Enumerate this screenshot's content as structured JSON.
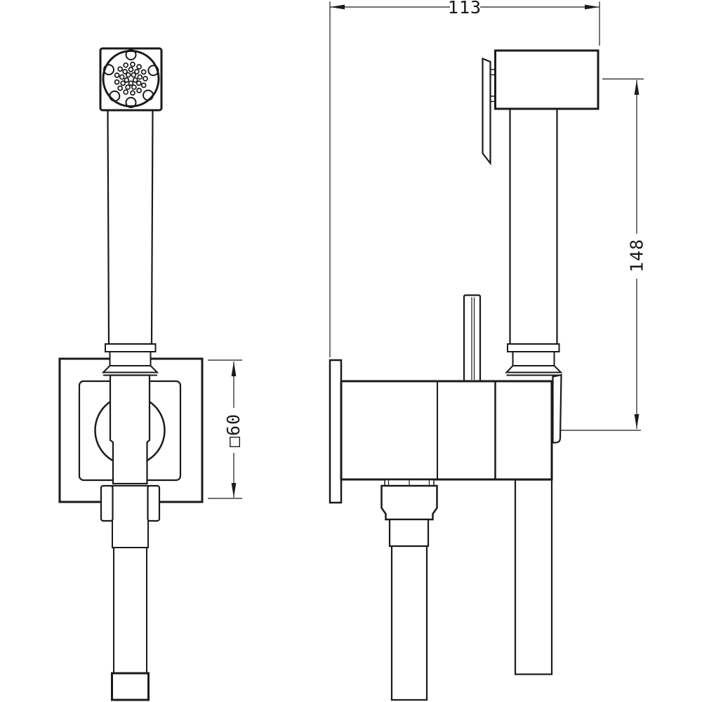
{
  "drawing": {
    "background": "#ffffff",
    "line_color": "#1a1a1a"
  },
  "dimensions": {
    "width": {
      "label": "113"
    },
    "height": {
      "label": "148"
    },
    "plate_size": {
      "label": "□60"
    }
  },
  "spray_head": {
    "rim_notch_angles_deg": [
      20,
      90,
      158,
      227,
      270,
      316
    ],
    "hole_rings": [
      {
        "radius": 6.5,
        "count": 5,
        "offset_deg": 54
      },
      {
        "radius": 13,
        "count": 9,
        "offset_deg": 10
      },
      {
        "radius": 20.5,
        "count": 13,
        "offset_deg": 0
      }
    ]
  }
}
